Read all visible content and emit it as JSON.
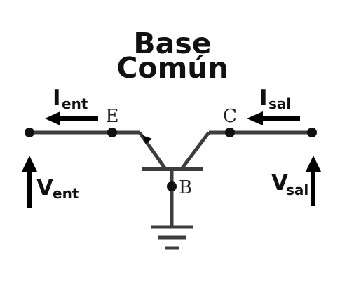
{
  "title": {
    "line1": "Base",
    "line2": "Común"
  },
  "terminals": {
    "emitter": "E",
    "collector": "C",
    "base": "B"
  },
  "input_current": {
    "symbol": "I",
    "subscript": "ent"
  },
  "output_current": {
    "symbol": "I",
    "subscript": "sal"
  },
  "input_voltage": {
    "symbol": "V",
    "subscript": "ent"
  },
  "output_voltage": {
    "symbol": "V",
    "subscript": "sal"
  },
  "colors": {
    "wire": "#3d3d3d",
    "node": "#111111",
    "text": "#111111",
    "background": "#ffffff"
  }
}
